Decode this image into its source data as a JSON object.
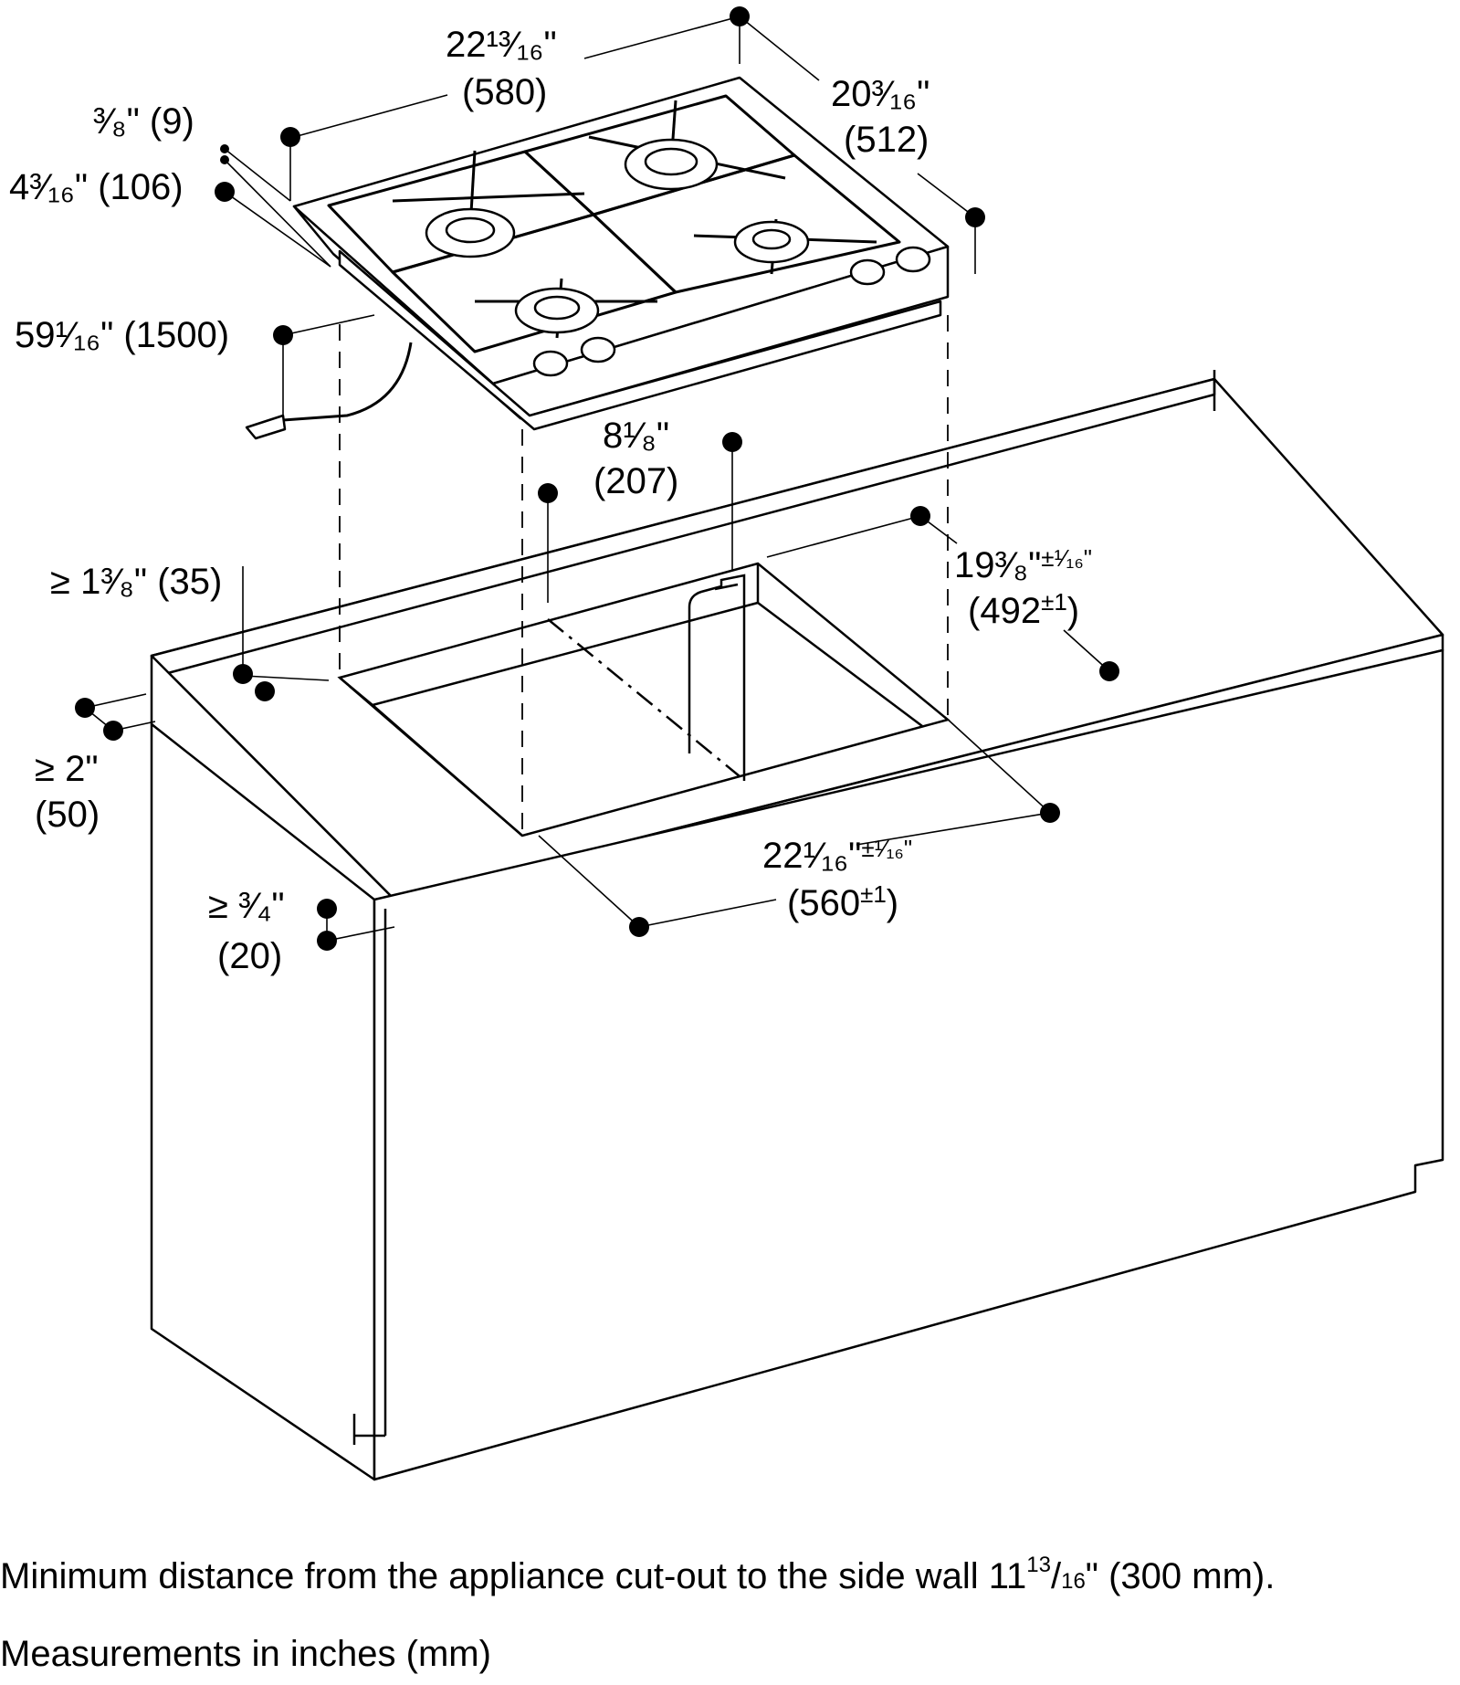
{
  "dimensions": {
    "cooktop_width": {
      "value": "22¹³⁄₁₆\"",
      "mm": "(580)"
    },
    "cooktop_depth": {
      "value": "20³⁄₁₆\"",
      "mm": "(512)"
    },
    "top_thickness": {
      "value": "³⁄₈\" (9)"
    },
    "body_height": {
      "value": "4³⁄₁₆\" (106)"
    },
    "cord_length": {
      "value": "59¹⁄₁₆\" (1500)"
    },
    "gas_offset": {
      "value": "8¹⁄₈\"",
      "mm": "(207)"
    },
    "cutout_depth": {
      "value": "19³⁄₈\"",
      "tol": "±¹⁄₁₆\"",
      "mm": "(492",
      "mm_tol": "±1",
      "mm_close": ")"
    },
    "cutout_width": {
      "value": "22¹⁄₁₆\"",
      "tol": "±¹⁄₁₆\"",
      "mm": "(560",
      "mm_tol": "±1",
      "mm_close": ")"
    },
    "wall_clearance": {
      "value": "≥ 1³⁄₈\" (35)"
    },
    "front_clearance": {
      "value": "≥ 2\"",
      "mm": "(50)"
    },
    "counter_thickness": {
      "value": "≥ ³⁄₄\"",
      "mm": "(20)"
    }
  },
  "notes": {
    "side_wall_prefix": "Minimum distance from the appliance cut-out to the side wall 11",
    "side_wall_num": "13",
    "side_wall_slash": "/",
    "side_wall_den": "16",
    "side_wall_suffix": "\" (300 mm).",
    "units": "Measurements in inches (mm)"
  }
}
